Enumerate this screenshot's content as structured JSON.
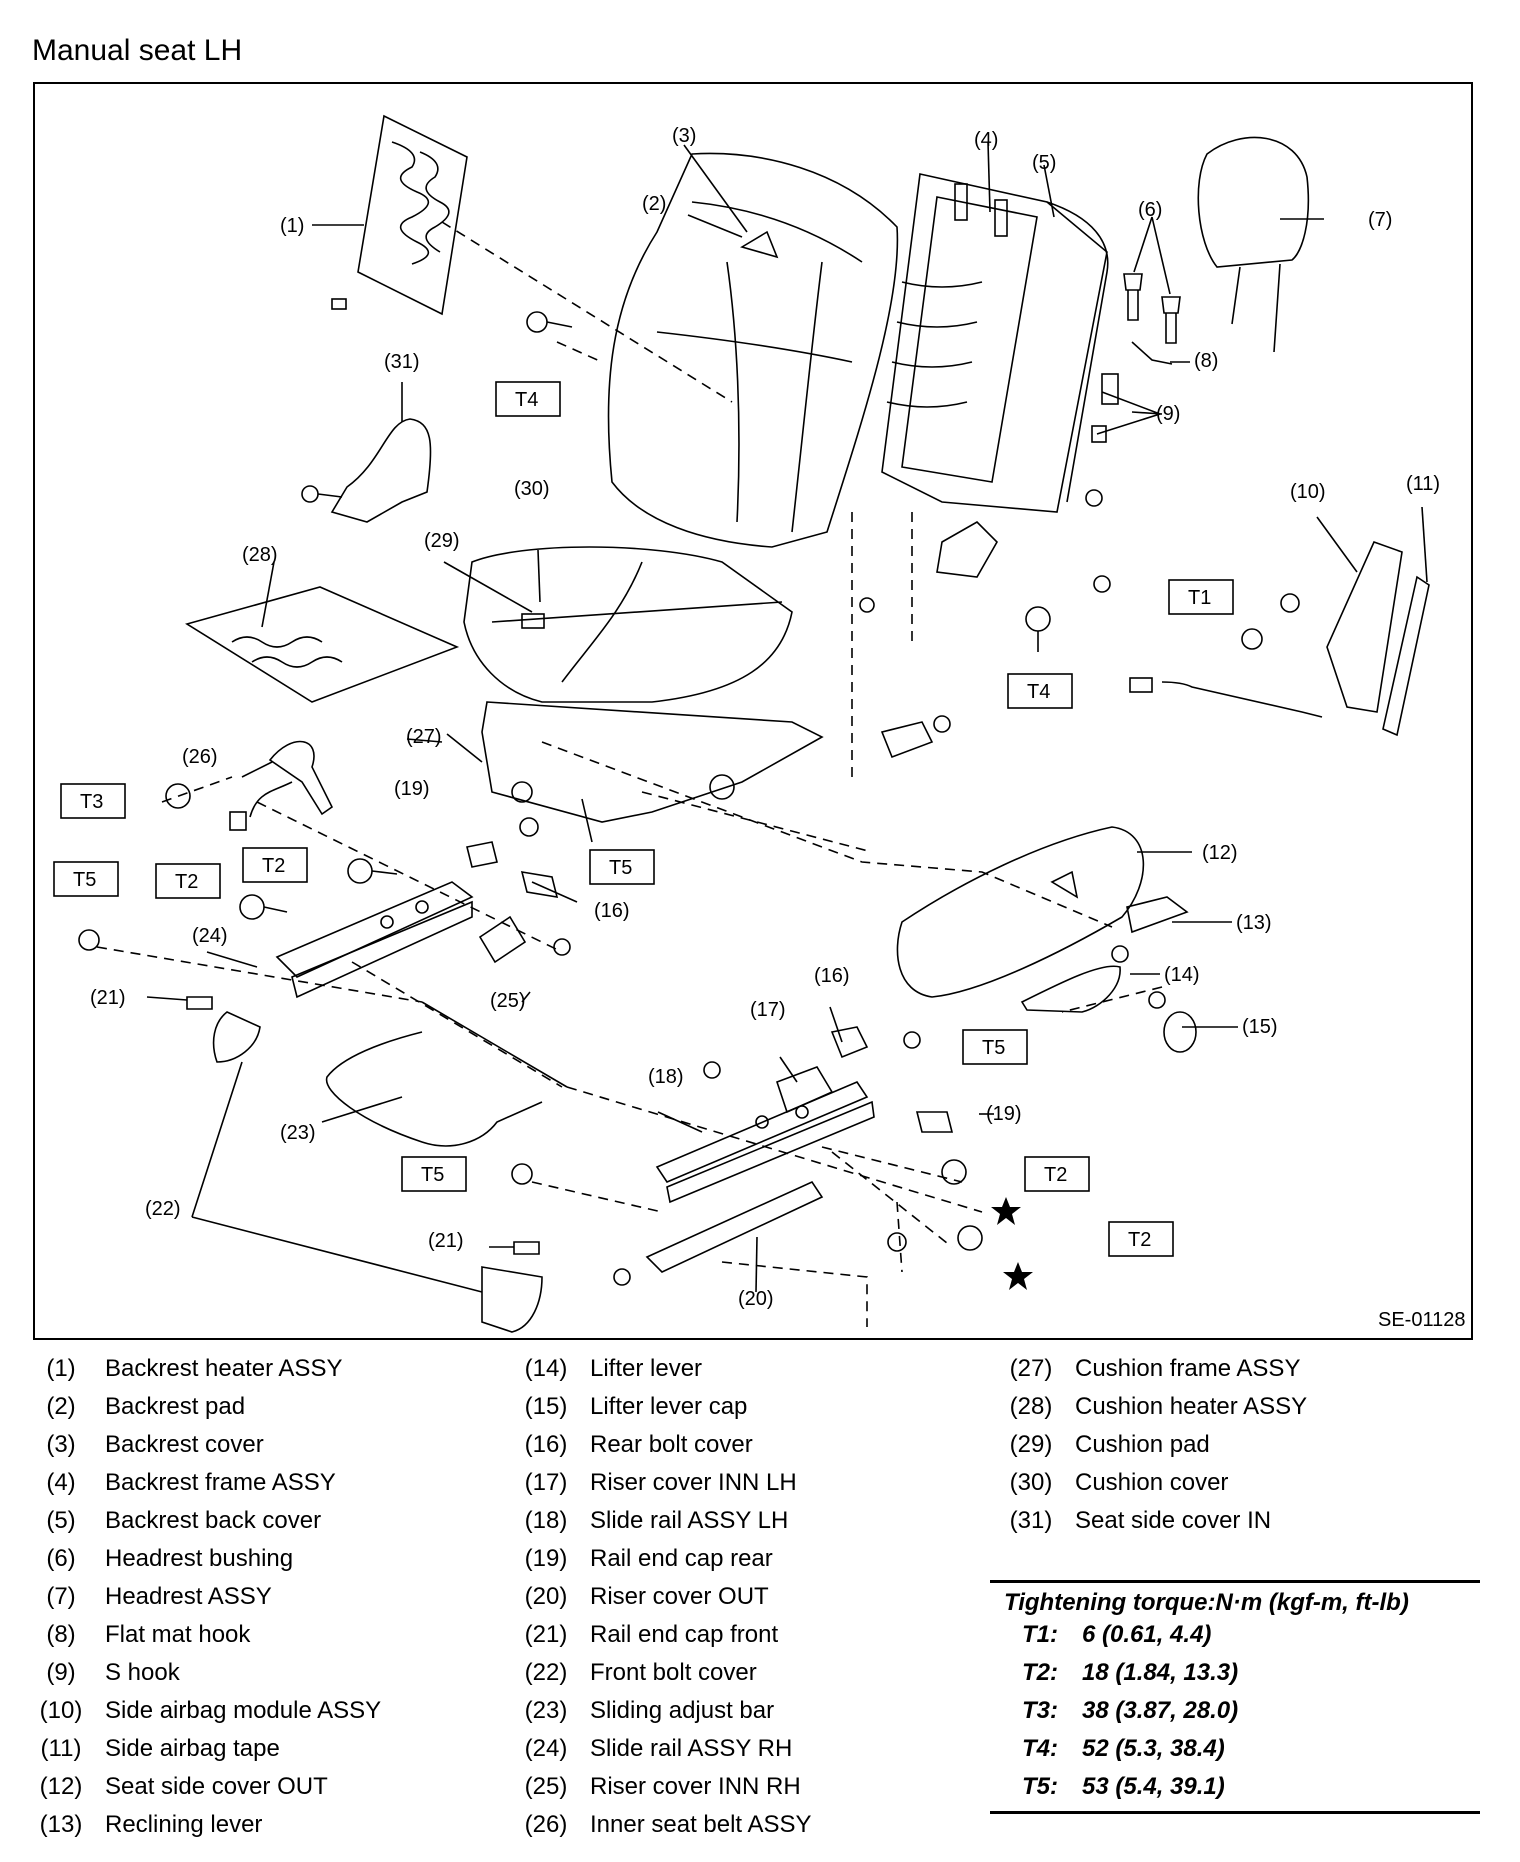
{
  "title": "Manual seat LH",
  "figure_id": "SE-01128",
  "callouts": [
    "(1)",
    "(2)",
    "(3)",
    "(4)",
    "(5)",
    "(6)",
    "(7)",
    "(8)",
    "(9)",
    "(10)",
    "(11)",
    "(12)",
    "(13)",
    "(14)",
    "(15)",
    "(16)",
    "(16)",
    "(17)",
    "(18)",
    "(19)",
    "(19)",
    "(20)",
    "(21)",
    "(21)",
    "(22)",
    "(23)",
    "(24)",
    "(25)",
    "(26)",
    "(27)",
    "(28)",
    "(29)",
    "(30)",
    "(31)"
  ],
  "torque_tags": [
    "T1",
    "T2",
    "T2",
    "T2",
    "T2",
    "T3",
    "T4",
    "T4",
    "T5",
    "T5",
    "T5",
    "T5"
  ],
  "legend": [
    {
      "num": "(1)",
      "name": "Backrest heater ASSY"
    },
    {
      "num": "(2)",
      "name": "Backrest pad"
    },
    {
      "num": "(3)",
      "name": "Backrest cover"
    },
    {
      "num": "(4)",
      "name": "Backrest frame ASSY"
    },
    {
      "num": "(5)",
      "name": "Backrest back cover"
    },
    {
      "num": "(6)",
      "name": "Headrest bushing"
    },
    {
      "num": "(7)",
      "name": "Headrest ASSY"
    },
    {
      "num": "(8)",
      "name": "Flat mat hook"
    },
    {
      "num": "(9)",
      "name": "S hook"
    },
    {
      "num": "(10)",
      "name": "Side airbag module ASSY"
    },
    {
      "num": "(11)",
      "name": "Side airbag tape"
    },
    {
      "num": "(12)",
      "name": "Seat side cover OUT"
    },
    {
      "num": "(13)",
      "name": "Reclining lever"
    },
    {
      "num": "(14)",
      "name": "Lifter lever"
    },
    {
      "num": "(15)",
      "name": "Lifter lever cap"
    },
    {
      "num": "(16)",
      "name": "Rear bolt cover"
    },
    {
      "num": "(17)",
      "name": "Riser cover INN LH"
    },
    {
      "num": "(18)",
      "name": "Slide rail ASSY LH"
    },
    {
      "num": "(19)",
      "name": "Rail end cap rear"
    },
    {
      "num": "(20)",
      "name": "Riser cover OUT"
    },
    {
      "num": "(21)",
      "name": "Rail end cap front"
    },
    {
      "num": "(22)",
      "name": "Front bolt cover"
    },
    {
      "num": "(23)",
      "name": "Sliding adjust bar"
    },
    {
      "num": "(24)",
      "name": "Slide rail ASSY RH"
    },
    {
      "num": "(25)",
      "name": "Riser cover INN RH"
    },
    {
      "num": "(26)",
      "name": "Inner seat belt ASSY"
    },
    {
      "num": "(27)",
      "name": "Cushion frame ASSY"
    },
    {
      "num": "(28)",
      "name": "Cushion heater ASSY"
    },
    {
      "num": "(29)",
      "name": "Cushion pad"
    },
    {
      "num": "(30)",
      "name": "Cushion cover"
    },
    {
      "num": "(31)",
      "name": "Seat side cover IN"
    }
  ],
  "torque": {
    "title": "Tightening torque:N·m (kgf-m, ft-lb)",
    "rows": [
      {
        "code": "T1:",
        "value": "6 (0.61, 4.4)"
      },
      {
        "code": "T2:",
        "value": "18 (1.84, 13.3)"
      },
      {
        "code": "T3:",
        "value": "38 (3.87, 28.0)"
      },
      {
        "code": "T4:",
        "value": "52 (5.3, 38.4)"
      },
      {
        "code": "T5:",
        "value": "53 (5.4, 39.1)"
      }
    ]
  }
}
